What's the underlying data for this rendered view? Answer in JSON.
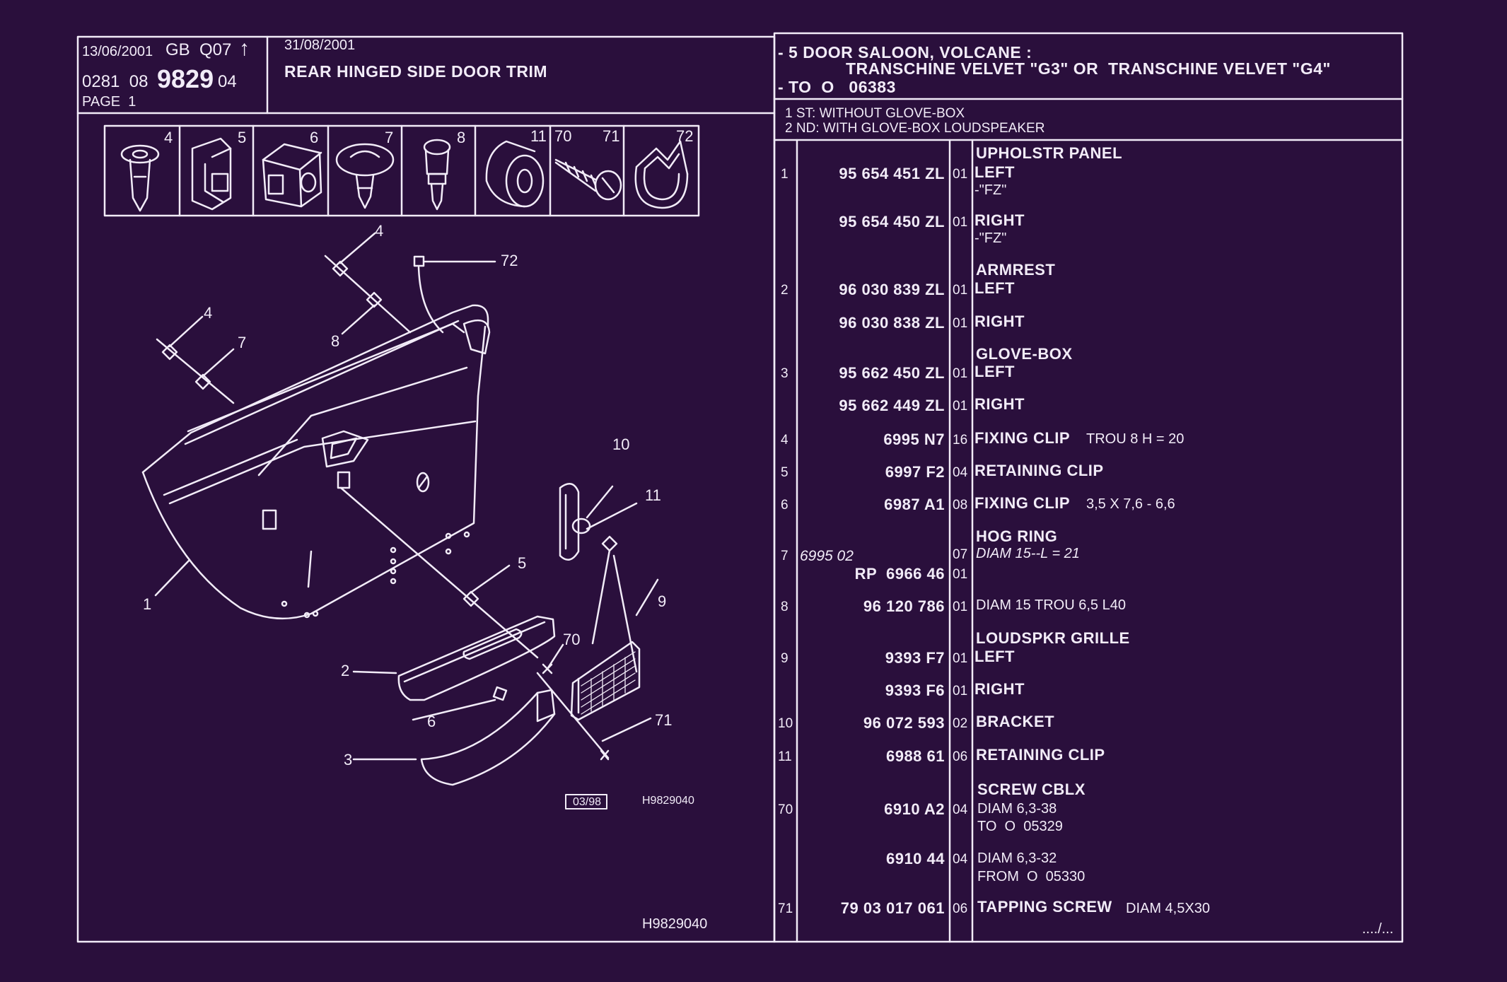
{
  "header": {
    "date": "13/06/2001",
    "region_code": "GB  Q07",
    "arrow_icon": "up-arrow-icon",
    "doc_prefix": "0281  08",
    "doc_main": "9829",
    "doc_suffix": "04",
    "page": "PAGE  1",
    "revision_date": "31/08/2001",
    "title": "REAR HINGED SIDE DOOR TRIM"
  },
  "model": {
    "line1": "- 5 DOOR SALOON, VOLCANE :",
    "line2": "TRANSCHINE VELVET \"G3\" OR  TRANSCHINE VELVET \"G4\"",
    "line3": "- TO  O   06383"
  },
  "notes": [
    "1 ST: WITHOUT GLOVE-BOX",
    "2 ND: WITH GLOVE-BOX LOUDSPEAKER"
  ],
  "icon_strip": [
    {
      "num": "4",
      "icon": "push-clip-icon"
    },
    {
      "num": "5",
      "icon": "retaining-clip-icon"
    },
    {
      "num": "6",
      "icon": "fixing-clip-icon"
    },
    {
      "num": "7",
      "icon": "mushroom-clip-icon"
    },
    {
      "num": "8",
      "icon": "plug-clip-icon"
    },
    {
      "num": "11",
      "icon": "grommet-icon"
    },
    {
      "num": "70",
      "icon": "screw-icon"
    },
    {
      "num": "71",
      "icon": "tapping-screw-icon"
    },
    {
      "num": "72",
      "icon": "hog-ring-icon"
    }
  ],
  "diagram": {
    "callouts": {
      "c4a": "4",
      "c72": "72",
      "c4b": "4",
      "c7": "7",
      "c8": "8",
      "c10": "10",
      "c11": "11",
      "c1": "1",
      "c5": "5",
      "c9": "9",
      "c70": "70",
      "c2": "2",
      "c6": "6",
      "c71": "71",
      "c3": "3"
    },
    "stamp_date": "03/98",
    "ref_code": "H9829040",
    "footer_code": "H9829040"
  },
  "parts": [
    {
      "heading": "UPHOLSTR PANEL"
    },
    {
      "idx": "1",
      "ref": "95 654 451 ZL",
      "qty": "01",
      "desc": "LEFT",
      "sub": "-\"FZ\""
    },
    {
      "ref": "95 654 450 ZL",
      "qty": "01",
      "desc": "RIGHT",
      "sub": "-\"FZ\""
    },
    {
      "heading": "ARMREST"
    },
    {
      "idx": "2",
      "ref": "96 030 839 ZL",
      "qty": "01",
      "desc": "LEFT"
    },
    {
      "ref": "96 030 838 ZL",
      "qty": "01",
      "desc": "RIGHT"
    },
    {
      "heading": "GLOVE-BOX"
    },
    {
      "idx": "3",
      "ref": "95 662 450 ZL",
      "qty": "01",
      "desc": "LEFT"
    },
    {
      "ref": "95 662 449 ZL",
      "qty": "01",
      "desc": "RIGHT"
    },
    {
      "idx": "4",
      "ref": "6995 N7",
      "qty": "16",
      "desc": "FIXING CLIP",
      "extra": "TROU 8 H = 20"
    },
    {
      "idx": "5",
      "ref": "6997 F2",
      "qty": "04",
      "desc": "RETAINING CLIP"
    },
    {
      "idx": "6",
      "ref": "6987 A1",
      "qty": "08",
      "desc": "FIXING CLIP",
      "extra": "3,5 X 7,6 - 6,6"
    },
    {
      "heading": "HOG RING"
    },
    {
      "idx": "7",
      "ref_old": "6995 02",
      "qty": "07",
      "desc_it": "DIAM 15--L = 21"
    },
    {
      "ref": "RP  6966 46",
      "qty": "01"
    },
    {
      "idx": "8",
      "ref": "96 120 786",
      "qty": "01",
      "extra": "DIAM 15 TROU 6,5 L40"
    },
    {
      "heading": "LOUDSPKR GRILLE"
    },
    {
      "idx": "9",
      "ref": "9393 F7",
      "qty": "01",
      "desc": "LEFT"
    },
    {
      "ref": "9393 F6",
      "qty": "01",
      "desc": "RIGHT"
    },
    {
      "idx": "10",
      "ref": "96 072 593",
      "qty": "02",
      "desc": "BRACKET"
    },
    {
      "idx": "11",
      "ref": "6988 61",
      "qty": "06",
      "desc": "RETAINING CLIP"
    },
    {
      "heading": "SCREW CBLX"
    },
    {
      "idx": "70",
      "ref": "6910 A2",
      "qty": "04",
      "extra": "DIAM 6,3-38",
      "extra2": "TO  O  05329"
    },
    {
      "ref": "6910 44",
      "qty": "04",
      "extra": "DIAM 6,3-32",
      "extra2": "FROM  O  05330"
    },
    {
      "idx": "71",
      "ref": "79 03 017 061",
      "qty": "06",
      "desc": "TAPPING SCREW",
      "extra": "DIAM 4,5X30"
    }
  ],
  "continuation": "..../...",
  "colors": {
    "background": "#2a0f3c",
    "ink": "#f2ecf8"
  }
}
